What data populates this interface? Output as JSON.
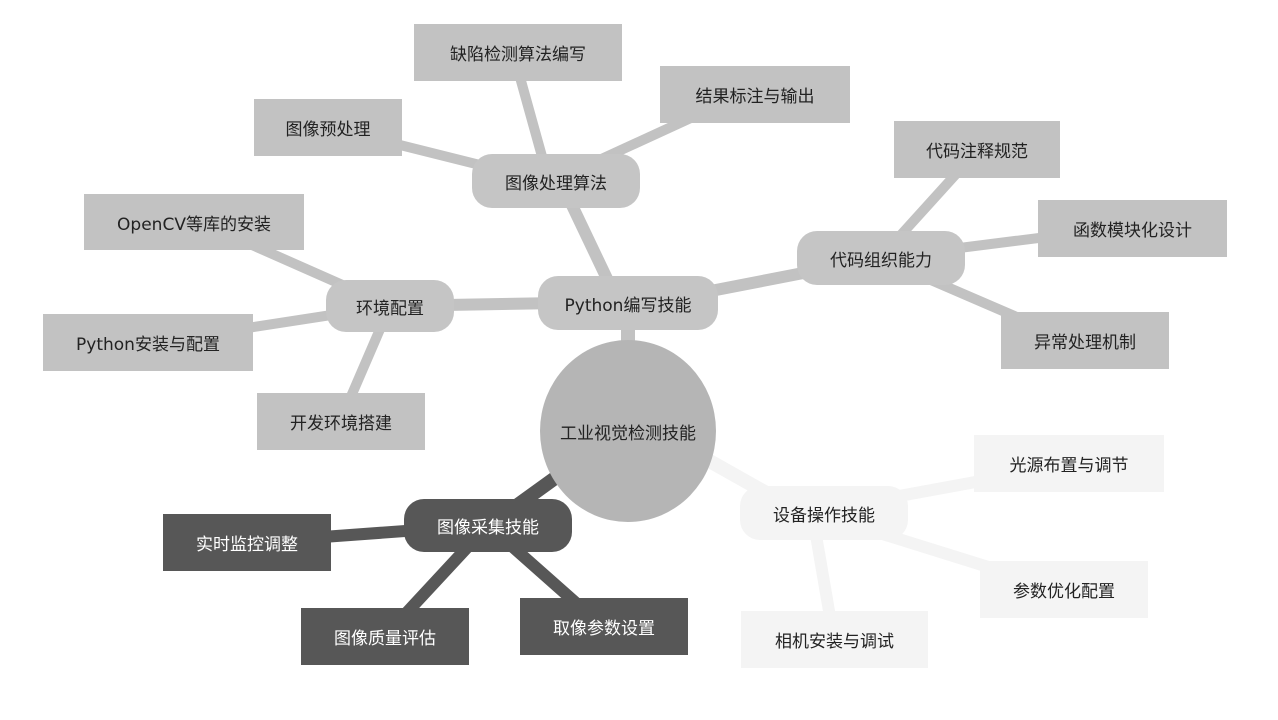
{
  "root": "工业视觉检测技能",
  "branches": {
    "python": {
      "label": "Python编写技能",
      "image_processing": {
        "label": "图像处理算法",
        "children": [
          "缺陷检测算法编写",
          "结果标注与输出",
          "图像预处理"
        ]
      },
      "code_org": {
        "label": "代码组织能力",
        "children": [
          "代码注释规范",
          "函数模块化设计",
          "异常处理机制"
        ]
      },
      "env": {
        "label": "环境配置",
        "children": [
          "OpenCV等库的安装",
          "Python安装与配置",
          "开发环境搭建"
        ]
      }
    },
    "acquisition": {
      "label": "图像采集技能",
      "children": [
        "实时监控调整",
        "图像质量评估",
        "取像参数设置"
      ]
    },
    "device": {
      "label": "设备操作技能",
      "children": [
        "光源布置与调节",
        "参数优化配置",
        "相机安装与调试"
      ]
    }
  },
  "colors": {
    "gray_branch": "#c2c2c2",
    "dark_branch": "#575757",
    "light_branch": "#f4f4f4",
    "root": "#b5b5b5"
  }
}
